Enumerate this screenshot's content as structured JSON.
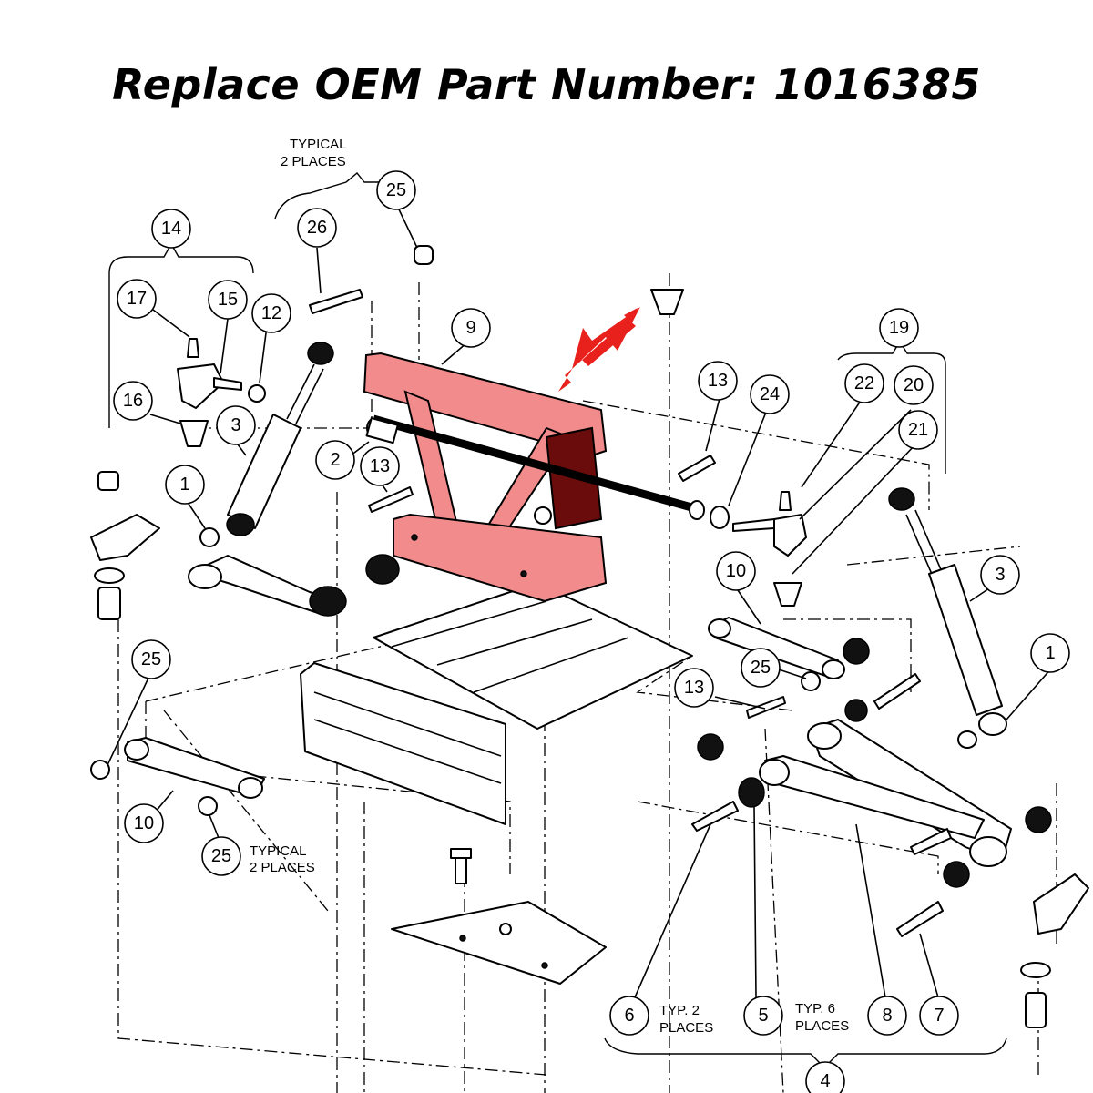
{
  "title": "Replace OEM Part Number: 1016385",
  "highlight_color": "#f28c8c",
  "arrow_color": "#e8211d",
  "notes": {
    "typical_top_line1": "TYPICAL",
    "typical_top_line2": "2 PLACES",
    "typical_bottom_line1": "TYPICAL",
    "typical_bottom_line2": "2 PLACES",
    "typ2_line1": "TYP. 2",
    "typ2_line2": "PLACES",
    "typ6_line1": "TYP. 6",
    "typ6_line2": "PLACES"
  },
  "callouts": {
    "c14": "14",
    "c17": "17",
    "c15": "15",
    "c12": "12",
    "c16": "16",
    "c3a": "3",
    "c26": "26",
    "c25a": "25",
    "c9": "9",
    "c2": "2",
    "c13a": "13",
    "c1a": "1",
    "c13b": "13",
    "c24": "24",
    "c22": "22",
    "c20": "20",
    "c19": "19",
    "c21": "21",
    "c3b": "3",
    "c10a": "10",
    "c25b": "25",
    "c1b": "1",
    "c13c": "13",
    "c25c": "25",
    "c10b": "10",
    "c25d": "25",
    "c6": "6",
    "c5": "5",
    "c8": "8",
    "c7": "7",
    "c4": "4"
  }
}
